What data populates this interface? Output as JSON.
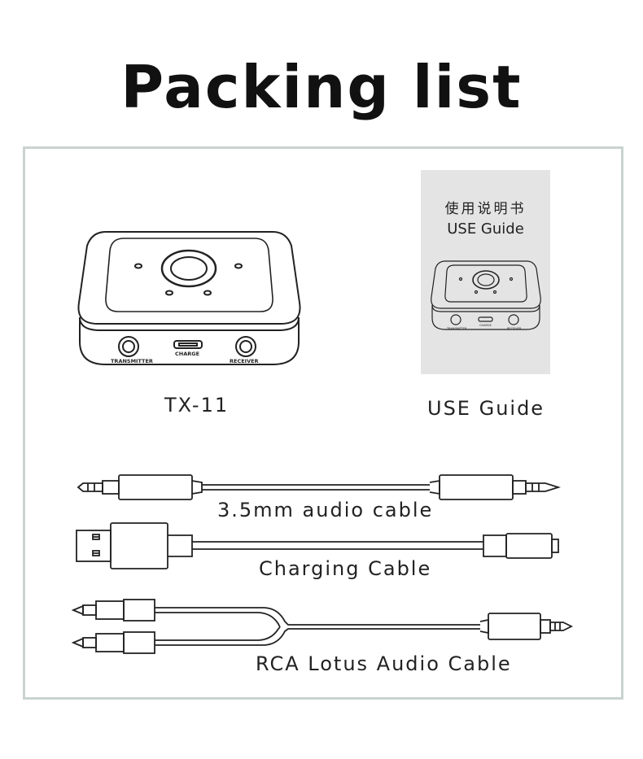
{
  "page": {
    "title": "Packing list"
  },
  "items": {
    "device": {
      "label": "TX-11",
      "port_labels": [
        "TRANSMITTER",
        "CHARGE",
        "RECEIVER"
      ]
    },
    "guide": {
      "label": "USE Guide",
      "cover_title_cn": "使用说明书",
      "cover_title_en": "USE Guide"
    },
    "audio_cable": {
      "label": "3.5mm audio cable"
    },
    "charging_cable": {
      "label": "Charging Cable"
    },
    "rca_cable": {
      "label": "RCA Lotus Audio Cable"
    }
  },
  "colors": {
    "panel_border": "#c9d3d0",
    "guide_cover": "#e4e4e4",
    "line_art": "#222222"
  }
}
